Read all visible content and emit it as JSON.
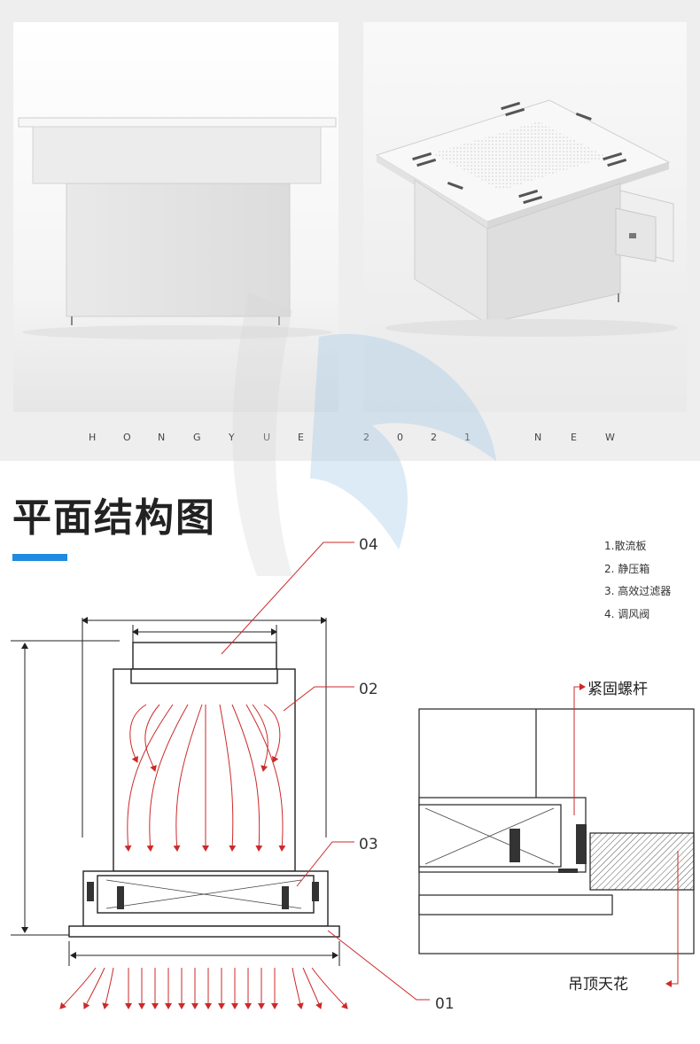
{
  "tagline": {
    "part1": [
      "H",
      "O",
      "N",
      "G",
      "Y",
      "U",
      "E"
    ],
    "part2": [
      "2",
      "0",
      "2",
      "1"
    ],
    "part3": [
      "N",
      "E",
      "W"
    ]
  },
  "section_title": "平面结构图",
  "legend": [
    {
      "label": "1.散流板"
    },
    {
      "label": "2. 静压箱"
    },
    {
      "label": "3. 高效过滤器"
    },
    {
      "label": "4. 调风阀"
    }
  ],
  "callouts": {
    "c04": "04",
    "c02": "02",
    "c03": "03",
    "c01": "01"
  },
  "detail_labels": {
    "bolt": "紧固螺杆",
    "ceiling": "吊顶天花"
  },
  "colors": {
    "accent_blue": "#1f8ae0",
    "annotation_red": "#cc2a2a",
    "line_dark": "#333333"
  }
}
